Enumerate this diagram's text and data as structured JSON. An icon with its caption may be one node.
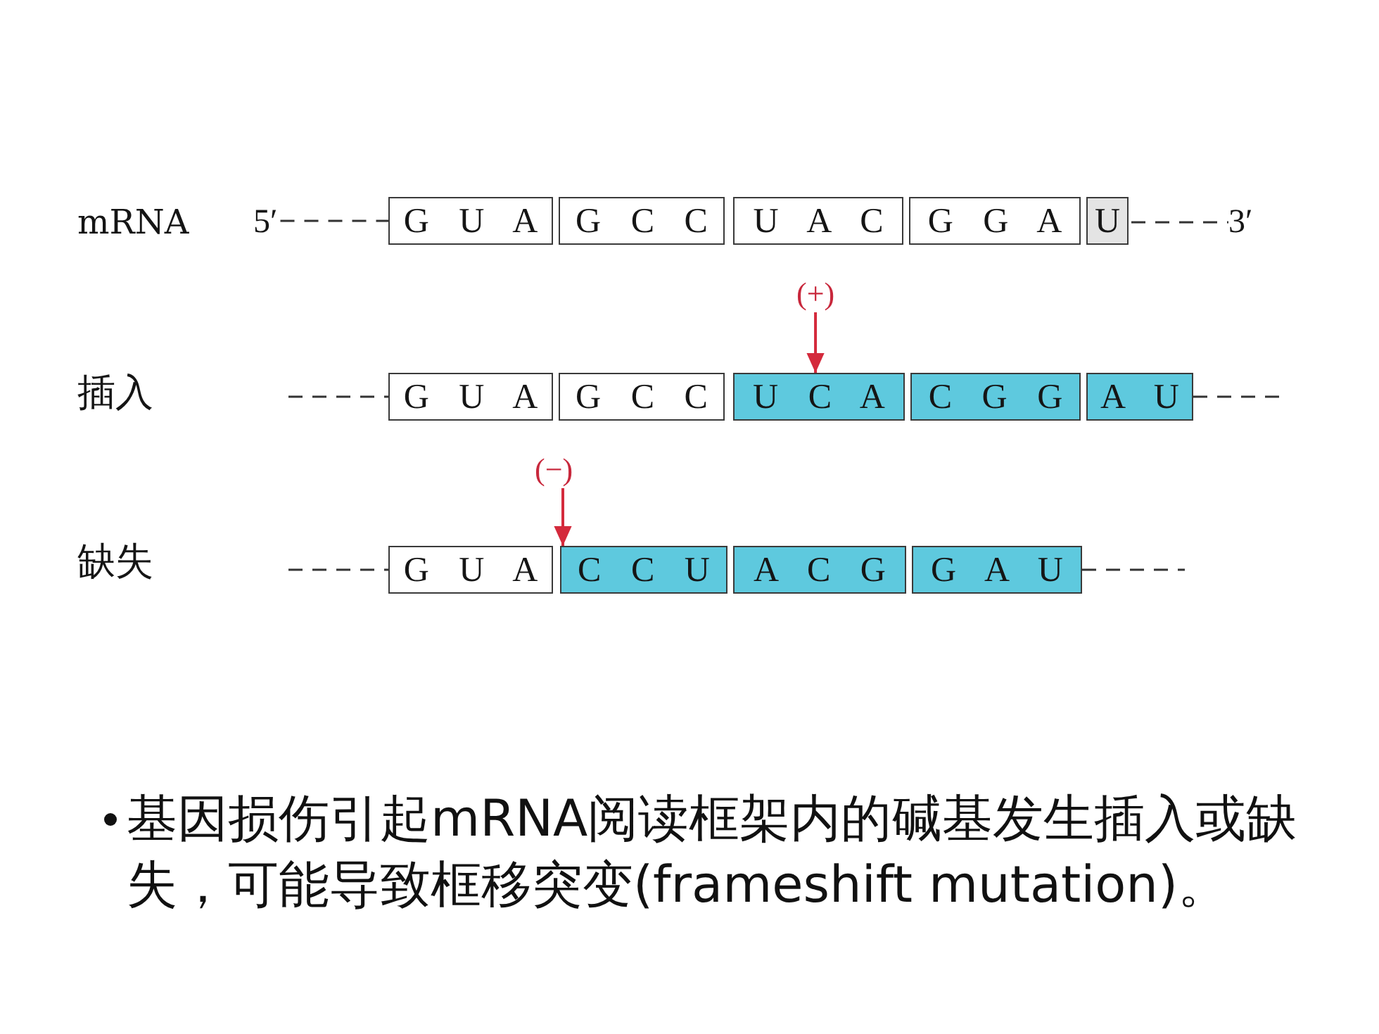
{
  "diagram": {
    "caption": "基因损伤引起mRNA阅读框架内的碱基发生插入或缺失，可能导致框移突变(frameshift mutation)。",
    "nodes": [
      {
        "text": [
          "5′"
        ]
      },
      {
        "text": [
          "G U A"
        ]
      },
      {
        "text": [
          "G C C"
        ]
      },
      {
        "text": [
          "U A C"
        ]
      },
      {
        "text": [
          "G G A"
        ]
      },
      {
        "text": [
          "U"
        ]
      },
      {
        "text": [
          "3′"
        ]
      },
      {
        "text": [
          "(+)"
        ]
      },
      {
        "text": [
          "G U A"
        ]
      },
      {
        "text": [
          "G C C"
        ]
      },
      {
        "text": [
          "U C A"
        ]
      },
      {
        "text": [
          "C G G"
        ]
      },
      {
        "text": [
          "A U"
        ]
      },
      {
        "text": [
          "(−)"
        ]
      },
      {
        "text": [
          "G U A"
        ]
      },
      {
        "text": [
          "C C U"
        ]
      },
      {
        "text": [
          "A C G"
        ]
      },
      {
        "text": [
          "G A U"
        ]
      }
    ],
    "edges": [
      {
        "from": 0,
        "to": 1,
        "arrow": "none",
        "style": "dashed"
      },
      {
        "from": 5,
        "to": 6,
        "arrow": "none",
        "style": "dashed"
      },
      {
        "from": 7,
        "to": 10,
        "arrow": "to",
        "color": "#d42a3c"
      },
      {
        "from": null,
        "to": 8,
        "arrow": "none",
        "style": "dashed"
      },
      {
        "from": 12,
        "to": null,
        "arrow": "none",
        "style": "dashed"
      },
      {
        "from": 13,
        "to": 15,
        "arrow": "to",
        "color": "#d42a3c"
      },
      {
        "from": null,
        "to": 14,
        "arrow": "none",
        "style": "dashed"
      },
      {
        "from": 17,
        "to": null,
        "arrow": "none",
        "style": "dashed"
      }
    ],
    "labels": [
      "mRNA",
      "插入",
      "缺失"
    ]
  }
}
